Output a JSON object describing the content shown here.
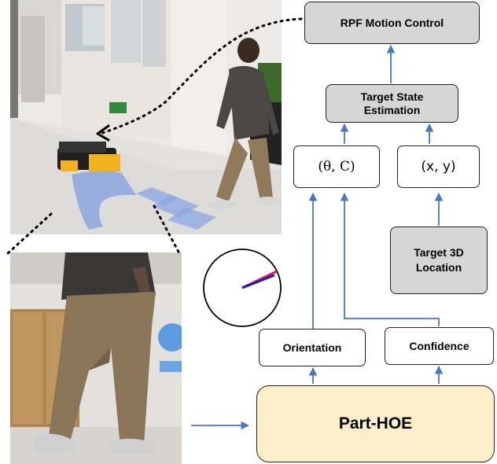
{
  "nodes": {
    "rpf_motion_control": "RPF Motion Control",
    "target_state_estimation": "Target State Estimation",
    "theta_c": "(θ, C)",
    "xy": "(x, y)",
    "target_3d_location": "Target 3D Location",
    "orientation": "Orientation",
    "confidence": "Confidence",
    "part_hoe": "Part-HOE"
  },
  "colors": {
    "arrow": "#4a76c9",
    "gray_box": "#d6d6d6",
    "part_hoe_fill": "#fcefc9",
    "trajectory": "#7f9fe0",
    "robot": "#f2b21c",
    "orientation_needle_red": "#e0193d",
    "orientation_needle_blue": "#1a1ad6"
  },
  "images": {
    "top_photo": "robot-following-person-corridor-photo",
    "bottom_photo": "person-legs-walking-crop-photo"
  }
}
